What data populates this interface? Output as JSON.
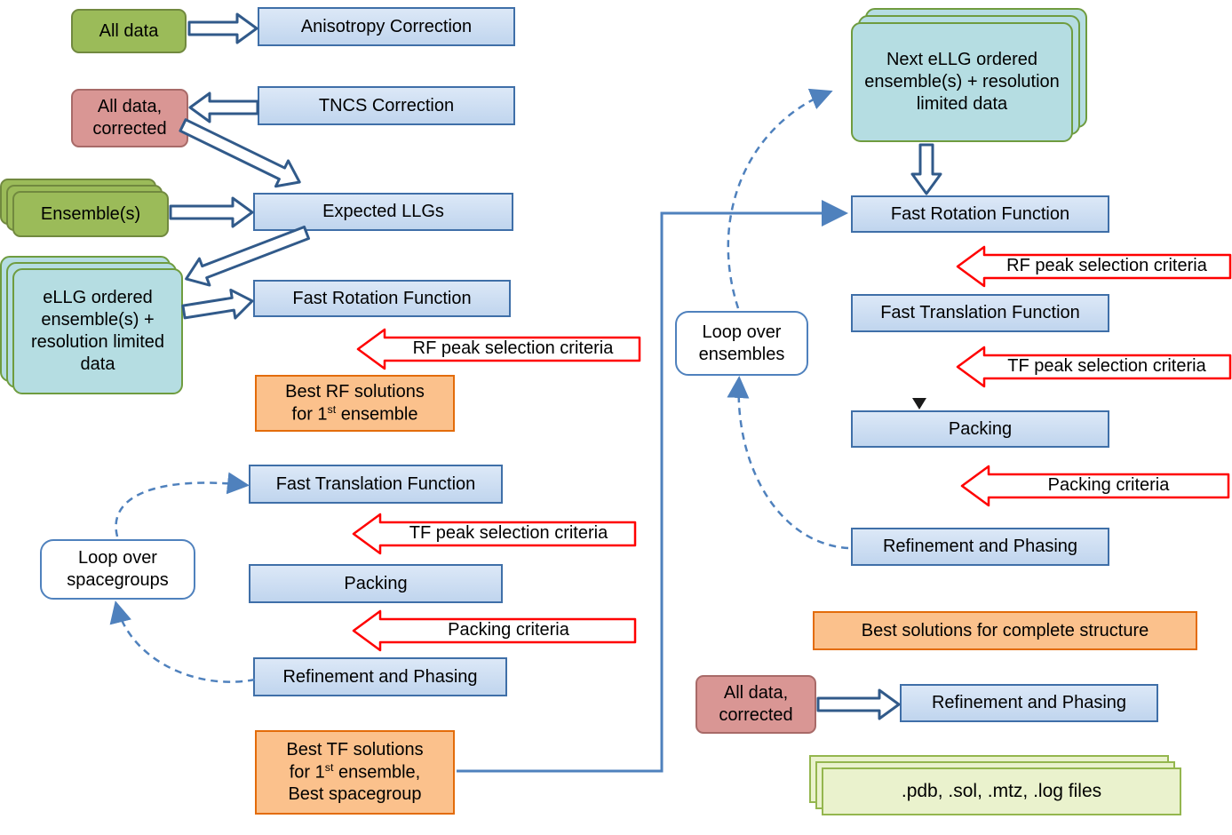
{
  "colors": {
    "blue_box_fill": "#C0D5EE",
    "blue_box_border": "#3F6FA8",
    "green_fill": "#9BBB59",
    "green_border": "#71893F",
    "pink_fill": "#D99694",
    "teal_fill": "#B5DDE2",
    "orange_fill": "#FBC18C",
    "orange_border": "#E36C0A",
    "red_arrow_border": "#FF0000",
    "connector_blue": "#4F81BD",
    "output_fill": "#EAF2CD"
  },
  "left": {
    "all_data": "All data",
    "anisotropy": "Anisotropy Correction",
    "all_data_corrected": "All data, corrected",
    "tncs": "TNCS Correction",
    "ensembles": "Ensemble(s)",
    "expected_llgs": "Expected LLGs",
    "ellg_ensembles": "eLLG ordered ensemble(s) + resolution limited data",
    "fast_rotation": "Fast Rotation Function",
    "rf_criteria": "RF peak selection criteria",
    "best_rf_line1": "Best RF solutions",
    "best_rf_line2a": "for 1",
    "best_rf_sup": "st",
    "best_rf_line2b": " ensemble",
    "fast_translation": "Fast Translation Function",
    "tf_criteria": "TF peak selection criteria",
    "packing": "Packing",
    "packing_criteria": "Packing criteria",
    "refinement": "Refinement and Phasing",
    "loop_spacegroups": "Loop over spacegroups",
    "best_tf_line1": "Best TF solutions",
    "best_tf_line2a": "for 1",
    "best_tf_sup": "st",
    "best_tf_line2b": " ensemble,",
    "best_tf_line3": "Best spacegroup"
  },
  "right": {
    "next_ellg": "Next eLLG ordered ensemble(s) + resolution limited data",
    "fast_rotation": "Fast Rotation Function",
    "rf_criteria": "RF peak selection criteria",
    "fast_translation": "Fast Translation Function",
    "tf_criteria": "TF peak selection criteria",
    "packing": "Packing",
    "packing_criteria": "Packing criteria",
    "refinement": "Refinement and Phasing",
    "loop_ensembles": "Loop over ensembles",
    "best_solutions": "Best solutions for complete structure",
    "all_data_corrected": "All data, corrected",
    "refinement_final": "Refinement and Phasing",
    "output_files": ".pdb, .sol, .mtz, .log files"
  }
}
